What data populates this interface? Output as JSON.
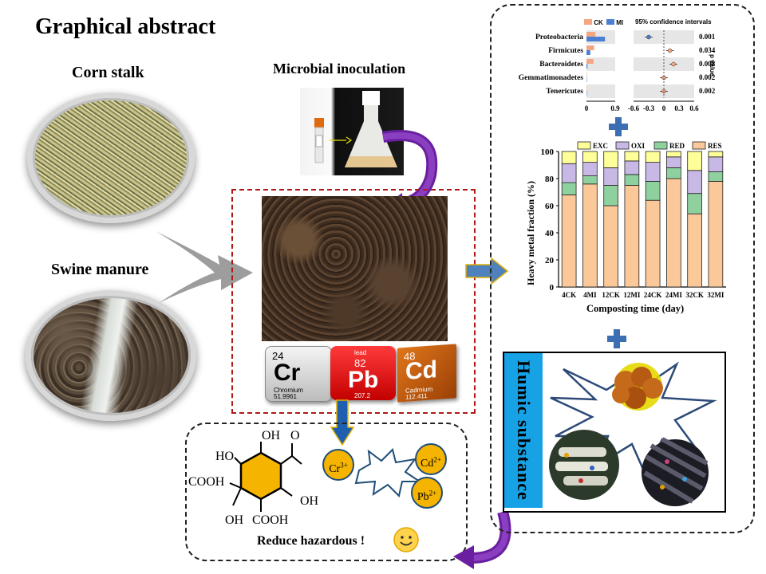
{
  "title": "Graphical abstract",
  "labels": {
    "corn_stalk": "Corn stalk",
    "swine_manure": "Swine manure",
    "microbial_inoculation": "Microbial  inoculation",
    "reduce": "Reduce hazardous !",
    "humic": "Humic  substance"
  },
  "elements": [
    {
      "number": "24",
      "symbol": "Cr",
      "name": "Chromium",
      "mass": "51.9961"
    },
    {
      "number": "82",
      "symbol": "Pb",
      "name": "lead",
      "mass": "207.2"
    },
    {
      "number": "48",
      "symbol": "Cd",
      "name": "Cadmium",
      "mass": "112.411"
    }
  ],
  "ions": {
    "cr": "Cr3+",
    "cd": "Cd2+",
    "pb": "Pb2+"
  },
  "molecule": {
    "oh_top": "OH",
    "o_top": "O",
    "ho": "HO",
    "cooh_left": "COOH",
    "oh_right": "OH",
    "oh_bottom": "OH",
    "cooh_bottom": "COOH"
  },
  "colors": {
    "ck": "#f4a582",
    "mi": "#4a7fd4",
    "exc": "#ffff99",
    "oxi": "#c8b8e6",
    "red": "#8fd19e",
    "res": "#fbc89a",
    "humic_bar": "#17a2e6",
    "arrow_purple": "#6a1fa0"
  },
  "chart_data": [
    {
      "type": "bar",
      "title": "",
      "legend": [
        "CK",
        "MI"
      ],
      "ci_label": "95% confidence intervals",
      "pvalue_label": "p value",
      "categories": [
        "Proteobacteria",
        "Firmicutes",
        "Bacteroidetes",
        "Gemmatimonadetes",
        "Tenericutes"
      ],
      "series": [
        {
          "name": "CK",
          "values": [
            0.28,
            0.24,
            0.22,
            0.01,
            0.005
          ]
        },
        {
          "name": "MI",
          "values": [
            0.58,
            0.12,
            0.03,
            0.01,
            0.005
          ]
        }
      ],
      "ci_means": [
        -0.3,
        0.12,
        0.19,
        0.0,
        0.0
      ],
      "pvalues": [
        "0.001",
        "0.034",
        "0.008",
        "0.002",
        "0.002"
      ],
      "xticks_left": [
        "0",
        "0.9"
      ],
      "xticks_right": [
        "-0.6",
        "-0.3",
        "0",
        "0.3",
        "0.6"
      ]
    },
    {
      "type": "bar",
      "stacked": true,
      "title": "",
      "xlabel": "Composting time (day)",
      "ylabel": "Heavy metal fraction (%)",
      "ylim": [
        0,
        100
      ],
      "yticks": [
        "0",
        "20",
        "40",
        "60",
        "80",
        "100"
      ],
      "categories": [
        "4CK",
        "4MI",
        "12CK",
        "12MI",
        "24CK",
        "24MI",
        "32CK",
        "32MI"
      ],
      "series": [
        {
          "name": "RES",
          "values": [
            68,
            76,
            60,
            75,
            64,
            80,
            54,
            78
          ]
        },
        {
          "name": "RED",
          "values": [
            9,
            6,
            15,
            8,
            14,
            8,
            15,
            7
          ]
        },
        {
          "name": "OXI",
          "values": [
            14,
            10,
            13,
            10,
            14,
            8,
            17,
            11
          ]
        },
        {
          "name": "EXC",
          "values": [
            9,
            8,
            12,
            7,
            8,
            4,
            14,
            4
          ]
        }
      ]
    }
  ]
}
